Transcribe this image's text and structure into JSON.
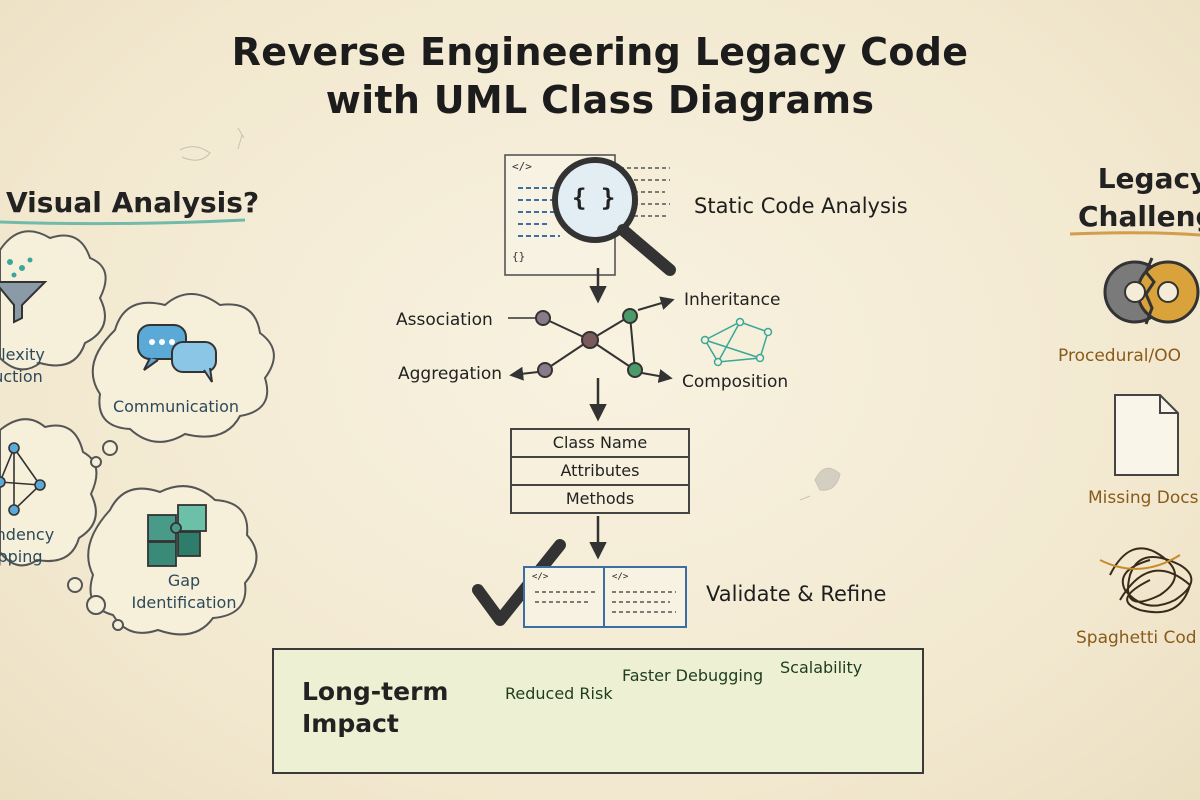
{
  "title": {
    "line1": "Reverse Engineering Legacy Code",
    "line2": "with UML Class Diagrams"
  },
  "left": {
    "heading": "y Visual Analysis?",
    "bubbles": [
      {
        "label1": "plexity",
        "label2": "uction",
        "icon": "funnel-icon"
      },
      {
        "label1": "Communication",
        "icon": "chat-bubbles-icon"
      },
      {
        "label1": "endency",
        "label2": "pping",
        "icon": "network-icon"
      },
      {
        "label1": "Gap",
        "label2": "Identification",
        "icon": "puzzle-icon"
      }
    ]
  },
  "center": {
    "code_glyph_top": "</>",
    "code_glyph_bottom": "{}",
    "magnifier_glyph": "{ }",
    "step_static": "Static Code Analysis",
    "relations": {
      "association": "Association",
      "aggregation": "Aggregation",
      "inheritance": "Inheritance",
      "composition": "Composition"
    },
    "uml": {
      "name": "Class Name",
      "attributes": "Attributes",
      "methods": "Methods"
    },
    "step_validate": "Validate & Refine",
    "doc_glyph_1": "</>",
    "doc_glyph_2": "</>"
  },
  "impact": {
    "title1": "Long-term",
    "title2": "Impact",
    "labels": {
      "reduced_risk": "Reduced Risk",
      "faster_debugging": "Faster Debugging",
      "scalability": "Scalability"
    }
  },
  "right": {
    "heading1": "Legacy",
    "heading2": "Challenge",
    "items": [
      {
        "label": "Procedural/OO",
        "icon": "broken-gear-icon"
      },
      {
        "label": "Missing Docs",
        "icon": "blank-document-icon"
      },
      {
        "label": "Spaghetti Cod",
        "icon": "tangled-spaghetti-icon"
      }
    ]
  },
  "colors": {
    "paper": "#f4ecd6",
    "ink": "#222222",
    "accent_teal": "#3aa79a",
    "accent_green": "#2e7d32",
    "accent_amber": "#c98a2b"
  }
}
